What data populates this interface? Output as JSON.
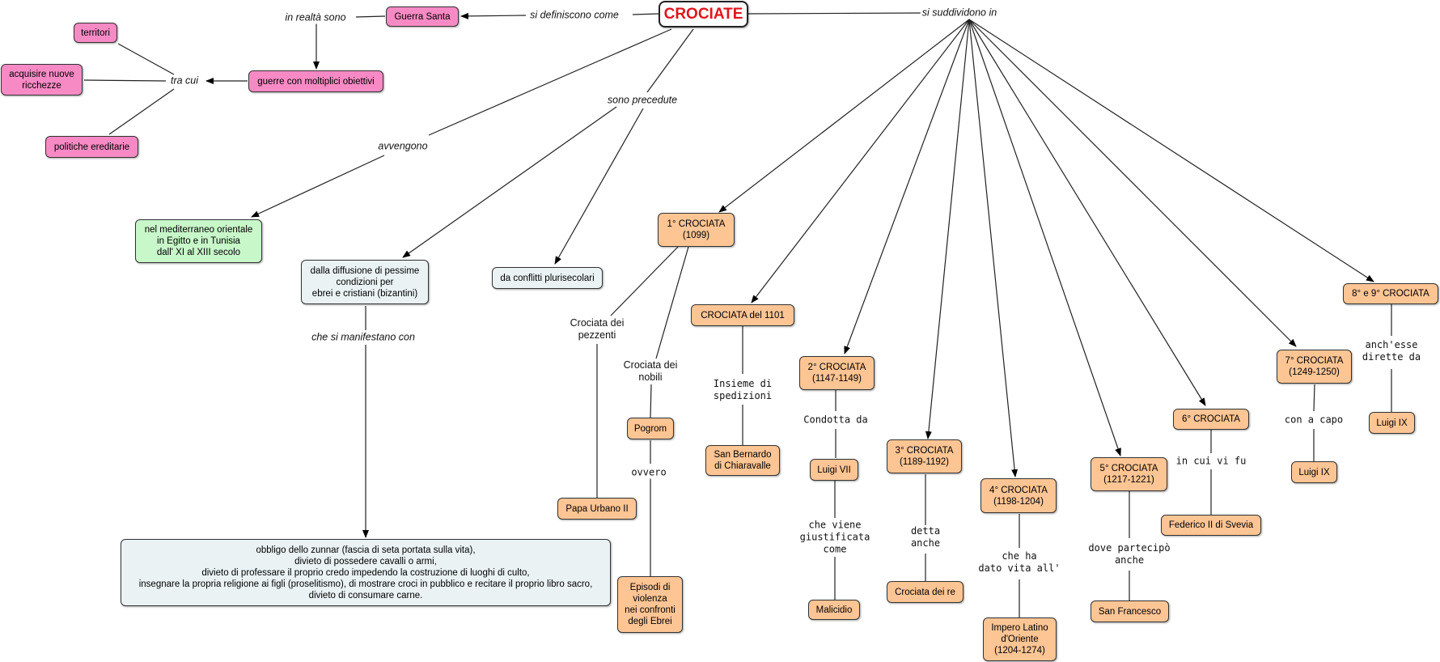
{
  "root": "CROCIATE",
  "nodes": {
    "guerra_santa": "Guerra Santa",
    "guerre_obiettivi": "guerre con moltiplici obiettivi",
    "territori": "territori",
    "acquisire": "acquisire nuove\nricchezze",
    "politiche": "politiche ereditarie",
    "mediterraneo": "nel mediterraneo orientale\nin Egitto e in Tunisia\ndall' XI al XIII secolo",
    "diffusione": "dalla diffusione di pessime\ncondizioni per\nebrei e cristiani (bizantini)",
    "conflitti": "da conflitti plurisecolari",
    "obbligo": "obbligo dello zunnar (fascia di seta portata sulla vita),\ndivieto di possedere cavalli o armi,\ndivieto di professare il proprio credo impedendo la costruzione di luoghi di culto,\ninsegnare la propria religione ai figli (proselitismo), di mostrare croci in pubblico e recitare il proprio libro sacro,\ndivieto di consumare carne.",
    "c1": "1° CROCIATA\n(1099)",
    "papa_urbano": "Papa Urbano II",
    "pogrom": "Pogrom",
    "episodi": "Episodi di\nviolenza\nnei confronti\ndegli Ebrei",
    "c1101": "CROCIATA del 1101",
    "san_bernardo": "San Bernardo\ndi Chiaravalle",
    "c2": "2° CROCIATA\n(1147-1149)",
    "luigi_vii": "Luigi VII",
    "malicidio": "Malicidio",
    "c3": "3° CROCIATA\n(1189-1192)",
    "crociata_re": "Crociata dei re",
    "c4": "4° CROCIATA\n(1198-1204)",
    "impero": "Impero Latino\nd'Oriente\n(1204-1274)",
    "c5": "5° CROCIATA\n(1217-1221)",
    "san_francesco": "San Francesco",
    "c6": "6° CROCIATA",
    "federico": "Federico II di Svevia",
    "c7": "7° CROCIATA\n(1249-1250)",
    "luigi_ix_a": "Luigi IX",
    "c89": "8° e 9° CROCIATA",
    "luigi_ix_b": "Luigi IX"
  },
  "labels": {
    "si_definiscono": "si definiscono come",
    "in_realta": "in realtà sono",
    "tra_cui": "tra cui",
    "avvengono": "avvengono",
    "precedute": "sono precedute",
    "manifestano": "che si manifestano con",
    "suddividono": "si suddividono in",
    "pezzenti": "Crociata dei\npezzenti",
    "nobili": "Crociata dei\nnobili",
    "ovvero": "ovvero",
    "insieme": "Insieme di\nspedizioni",
    "condotta": "Condotta da",
    "giustificata": "che viene\ngiustificata\ncome",
    "detta": "detta\nanche",
    "dato_vita": "che ha\ndato vita all'",
    "partecipo": "dove partecipò\nanche",
    "in_cui": "in cui vi fu",
    "con_a_capo": "con a capo",
    "anchesse": "anch'esse\ndirette da"
  },
  "colors": {
    "title": "#e0161c",
    "pink": "#f78ac4",
    "orange": "#fdc594",
    "green": "#c8f7c9",
    "grey": "#eaf2f4"
  }
}
